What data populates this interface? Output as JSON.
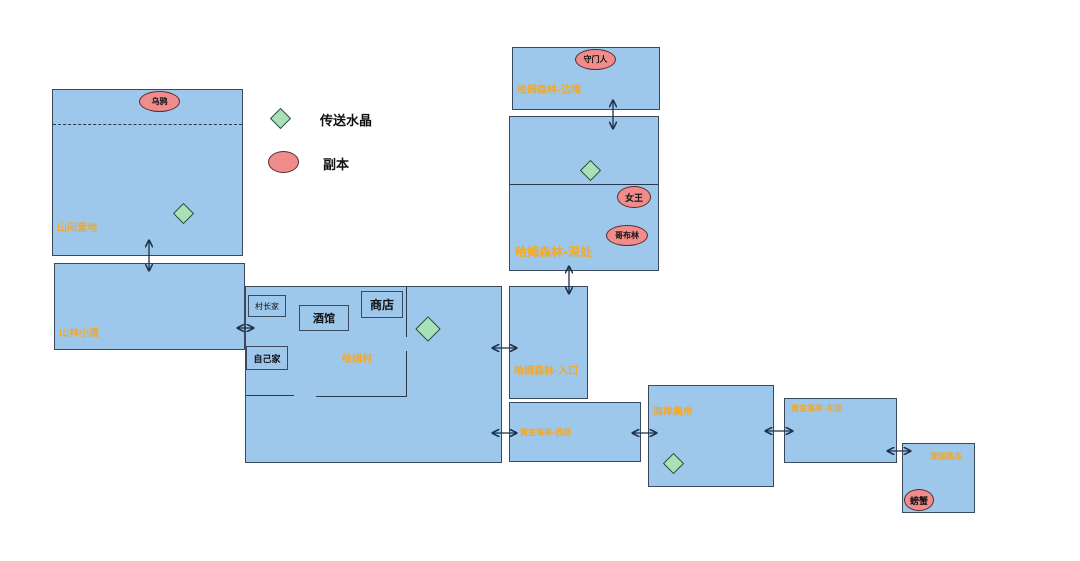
{
  "legend": {
    "crystal_label": "传送水晶",
    "dungeon_label": "副本"
  },
  "areas": {
    "mountain_camp": {
      "label": "山间营地",
      "dungeon": "乌鸦"
    },
    "mountain_path": {
      "label": "山林小道"
    },
    "village": {
      "label": "哈姆村",
      "buildings": {
        "chief_house": "村长家",
        "tavern": "酒馆",
        "shop": "商店",
        "own_house": "自己家"
      }
    },
    "forest_gate": {
      "label": "哈姆森林-边境",
      "dungeon": "守门人"
    },
    "forest_deep": {
      "label": "哈姆森林-深处",
      "dungeons": [
        "女王",
        "哥布林"
      ]
    },
    "forest_entrance": {
      "label": "哈姆森林-入口"
    },
    "coast_west": {
      "label": "黄金海岸-西部"
    },
    "coast_market": {
      "label": "海岸集市"
    },
    "coast_east": {
      "label": "黄金海岸-东部"
    },
    "island": {
      "label": "珊瑚礁岛",
      "dungeon": "螃蟹"
    }
  },
  "colors": {
    "area_fill": "#9dc8ec",
    "area_label": "#f4a825",
    "crystal": "#a8e0b8",
    "dungeon": "#f08c8c"
  }
}
